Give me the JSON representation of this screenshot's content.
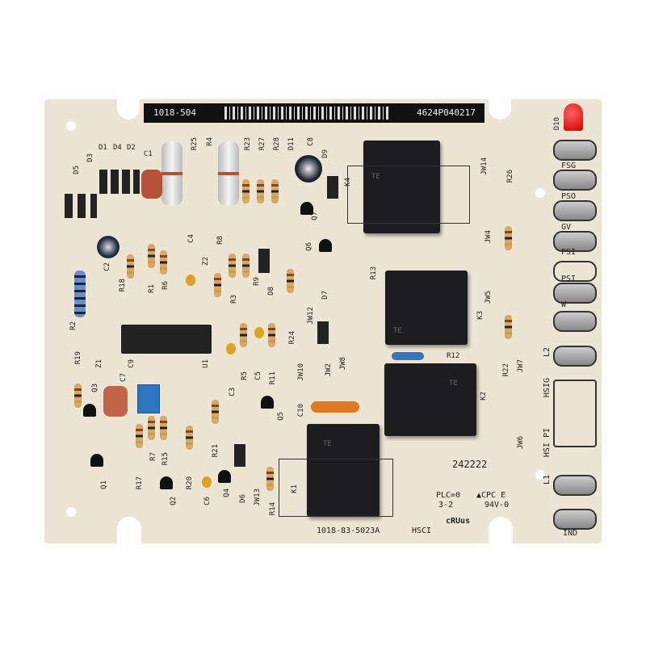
{
  "board": {
    "part_number": "1018-504",
    "serial": "4624P040217",
    "bottom_part": "1018-83-5023A",
    "maker": "HSCI",
    "code": "242222",
    "plc": "PLC=0",
    "plc_rev": "3-2",
    "cpc": "▲CPC E",
    "rating": "94V-0",
    "ul_mark": "cRUus"
  },
  "relays": [
    {
      "ref": "K4",
      "brand": "TE"
    },
    {
      "ref": "K3",
      "brand": "TE"
    },
    {
      "ref": "K2",
      "brand": "TE"
    },
    {
      "ref": "K1",
      "brand": "TE"
    }
  ],
  "terminals": [
    "FSG",
    "PSO",
    "GV",
    "FSI",
    "PSI",
    "W",
    "L2",
    "HSIG",
    "HSI PI",
    "L1",
    "IND"
  ],
  "labels": {
    "d10": "D10",
    "d5": "D5",
    "d3": "D3",
    "d1": "D1",
    "d4": "D4",
    "d2": "D2",
    "c1": "C1",
    "r25": "R25",
    "r4": "R4",
    "r23": "R23",
    "r27": "R27",
    "r28": "R28",
    "d11": "D11",
    "c8": "C8",
    "d9": "D9",
    "jw14": "JW14",
    "r26": "R26",
    "jw4": "JW4",
    "c2": "C2",
    "r18": "R18",
    "r1": "R1",
    "r6": "R6",
    "c4": "C4",
    "r8": "R8",
    "z2": "Z2",
    "r3": "R3",
    "r9": "R9",
    "d8": "D8",
    "q6": "Q6",
    "q7": "Q7",
    "r13": "R13",
    "jw5": "JW5",
    "r2": "R2",
    "r19": "R19",
    "z1": "Z1",
    "u1": "U1",
    "r5": "R5",
    "c5": "C5",
    "r11": "R11",
    "jw12": "JW12",
    "d7": "D7",
    "r24": "R24",
    "r12": "R12",
    "r22": "R22",
    "jw7": "JW7",
    "jw10": "JW10",
    "jw2": "JW2",
    "jw8": "JW8",
    "c3": "C3",
    "c7": "C7",
    "c9": "C9",
    "q3": "Q3",
    "q5": "Q5",
    "c10": "C10",
    "jw6": "JW6",
    "r7": "R7",
    "r15": "R15",
    "r17": "R17",
    "r20": "R20",
    "r21": "R21",
    "q1": "Q1",
    "q2": "Q2",
    "c6": "C6",
    "q4": "Q4",
    "d6": "D6",
    "jw13": "JW13",
    "r14": "R14"
  }
}
